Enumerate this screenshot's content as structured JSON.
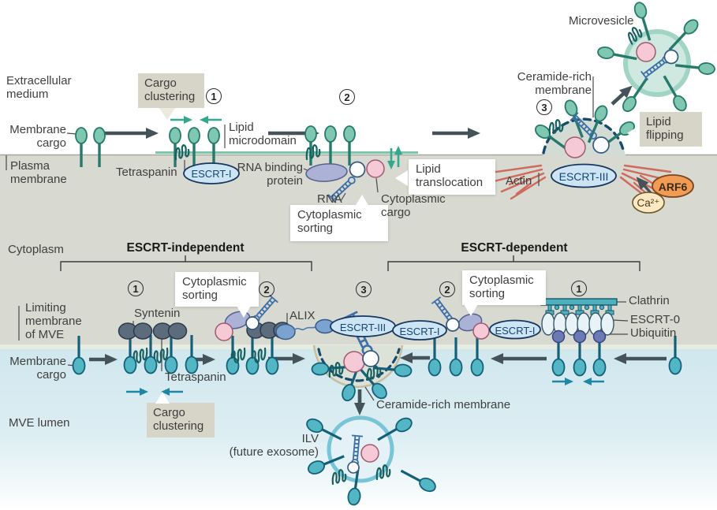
{
  "labels": {
    "extracellular_medium": "Extracellular\nmedium",
    "membrane_cargo": "Membrane\ncargo",
    "plasma_membrane": "Plasma\nmembrane",
    "cargo_clustering": "Cargo\nclustering",
    "lipid_microdomain": "Lipid\nmicrodomain",
    "tetraspanin": "Tetraspanin",
    "rna_binding_protein": "RNA binding\nprotein",
    "rna": "RNA",
    "cytoplasmic_sorting": "Cytoplasmic\nsorting",
    "cytoplasmic_cargo": "Cytoplasmic\ncargo",
    "lipid_translocation": "Lipid\ntranslocation",
    "microvesicle": "Microvesicle",
    "ceramide_rich_membrane_2l": "Ceramide-rich\nmembrane",
    "lipid_flipping": "Lipid\nflipping",
    "actin": "Actin",
    "cytoplasm": "Cytoplasm",
    "escrt_independent": "ESCRT-independent",
    "escrt_dependent": "ESCRT-dependent",
    "limiting_membrane_of_mve": "Limiting\nmembrane\nof MVE",
    "mve_lumen": "MVE lumen",
    "syntenin": "Syntenin",
    "alix": "ALIX",
    "clathrin": "Clathrin",
    "escrt0": "ESCRT-0",
    "ubiquitin": "Ubiquitin",
    "ceramide_rich_membrane": "Ceramide-rich membrane",
    "ilv": "ILV\n(future exosome)"
  },
  "molecules": {
    "escrt_i": "ESCRT-I",
    "escrt_iii": "ESCRT-III",
    "arf6": "ARF6",
    "ca2plus": "Ca²⁺"
  },
  "steps": {
    "one": "1",
    "two": "2",
    "three": "3"
  },
  "colors": {
    "cytoplasm_fill": "#d8d9d0",
    "lumen_top": "#d0e7ee",
    "cargo_top": "#7fc7b0",
    "cargo_bottom": "#52b6c4",
    "escrt_oval": "#cde4f5",
    "pink_cargo": "#f6c9d6",
    "rna_protein": "#abb2d6",
    "actin": "#ce6a5c",
    "arrow": "#45525a",
    "teal_arrow": "#35a78f",
    "label_box": "#d6d5c7"
  }
}
